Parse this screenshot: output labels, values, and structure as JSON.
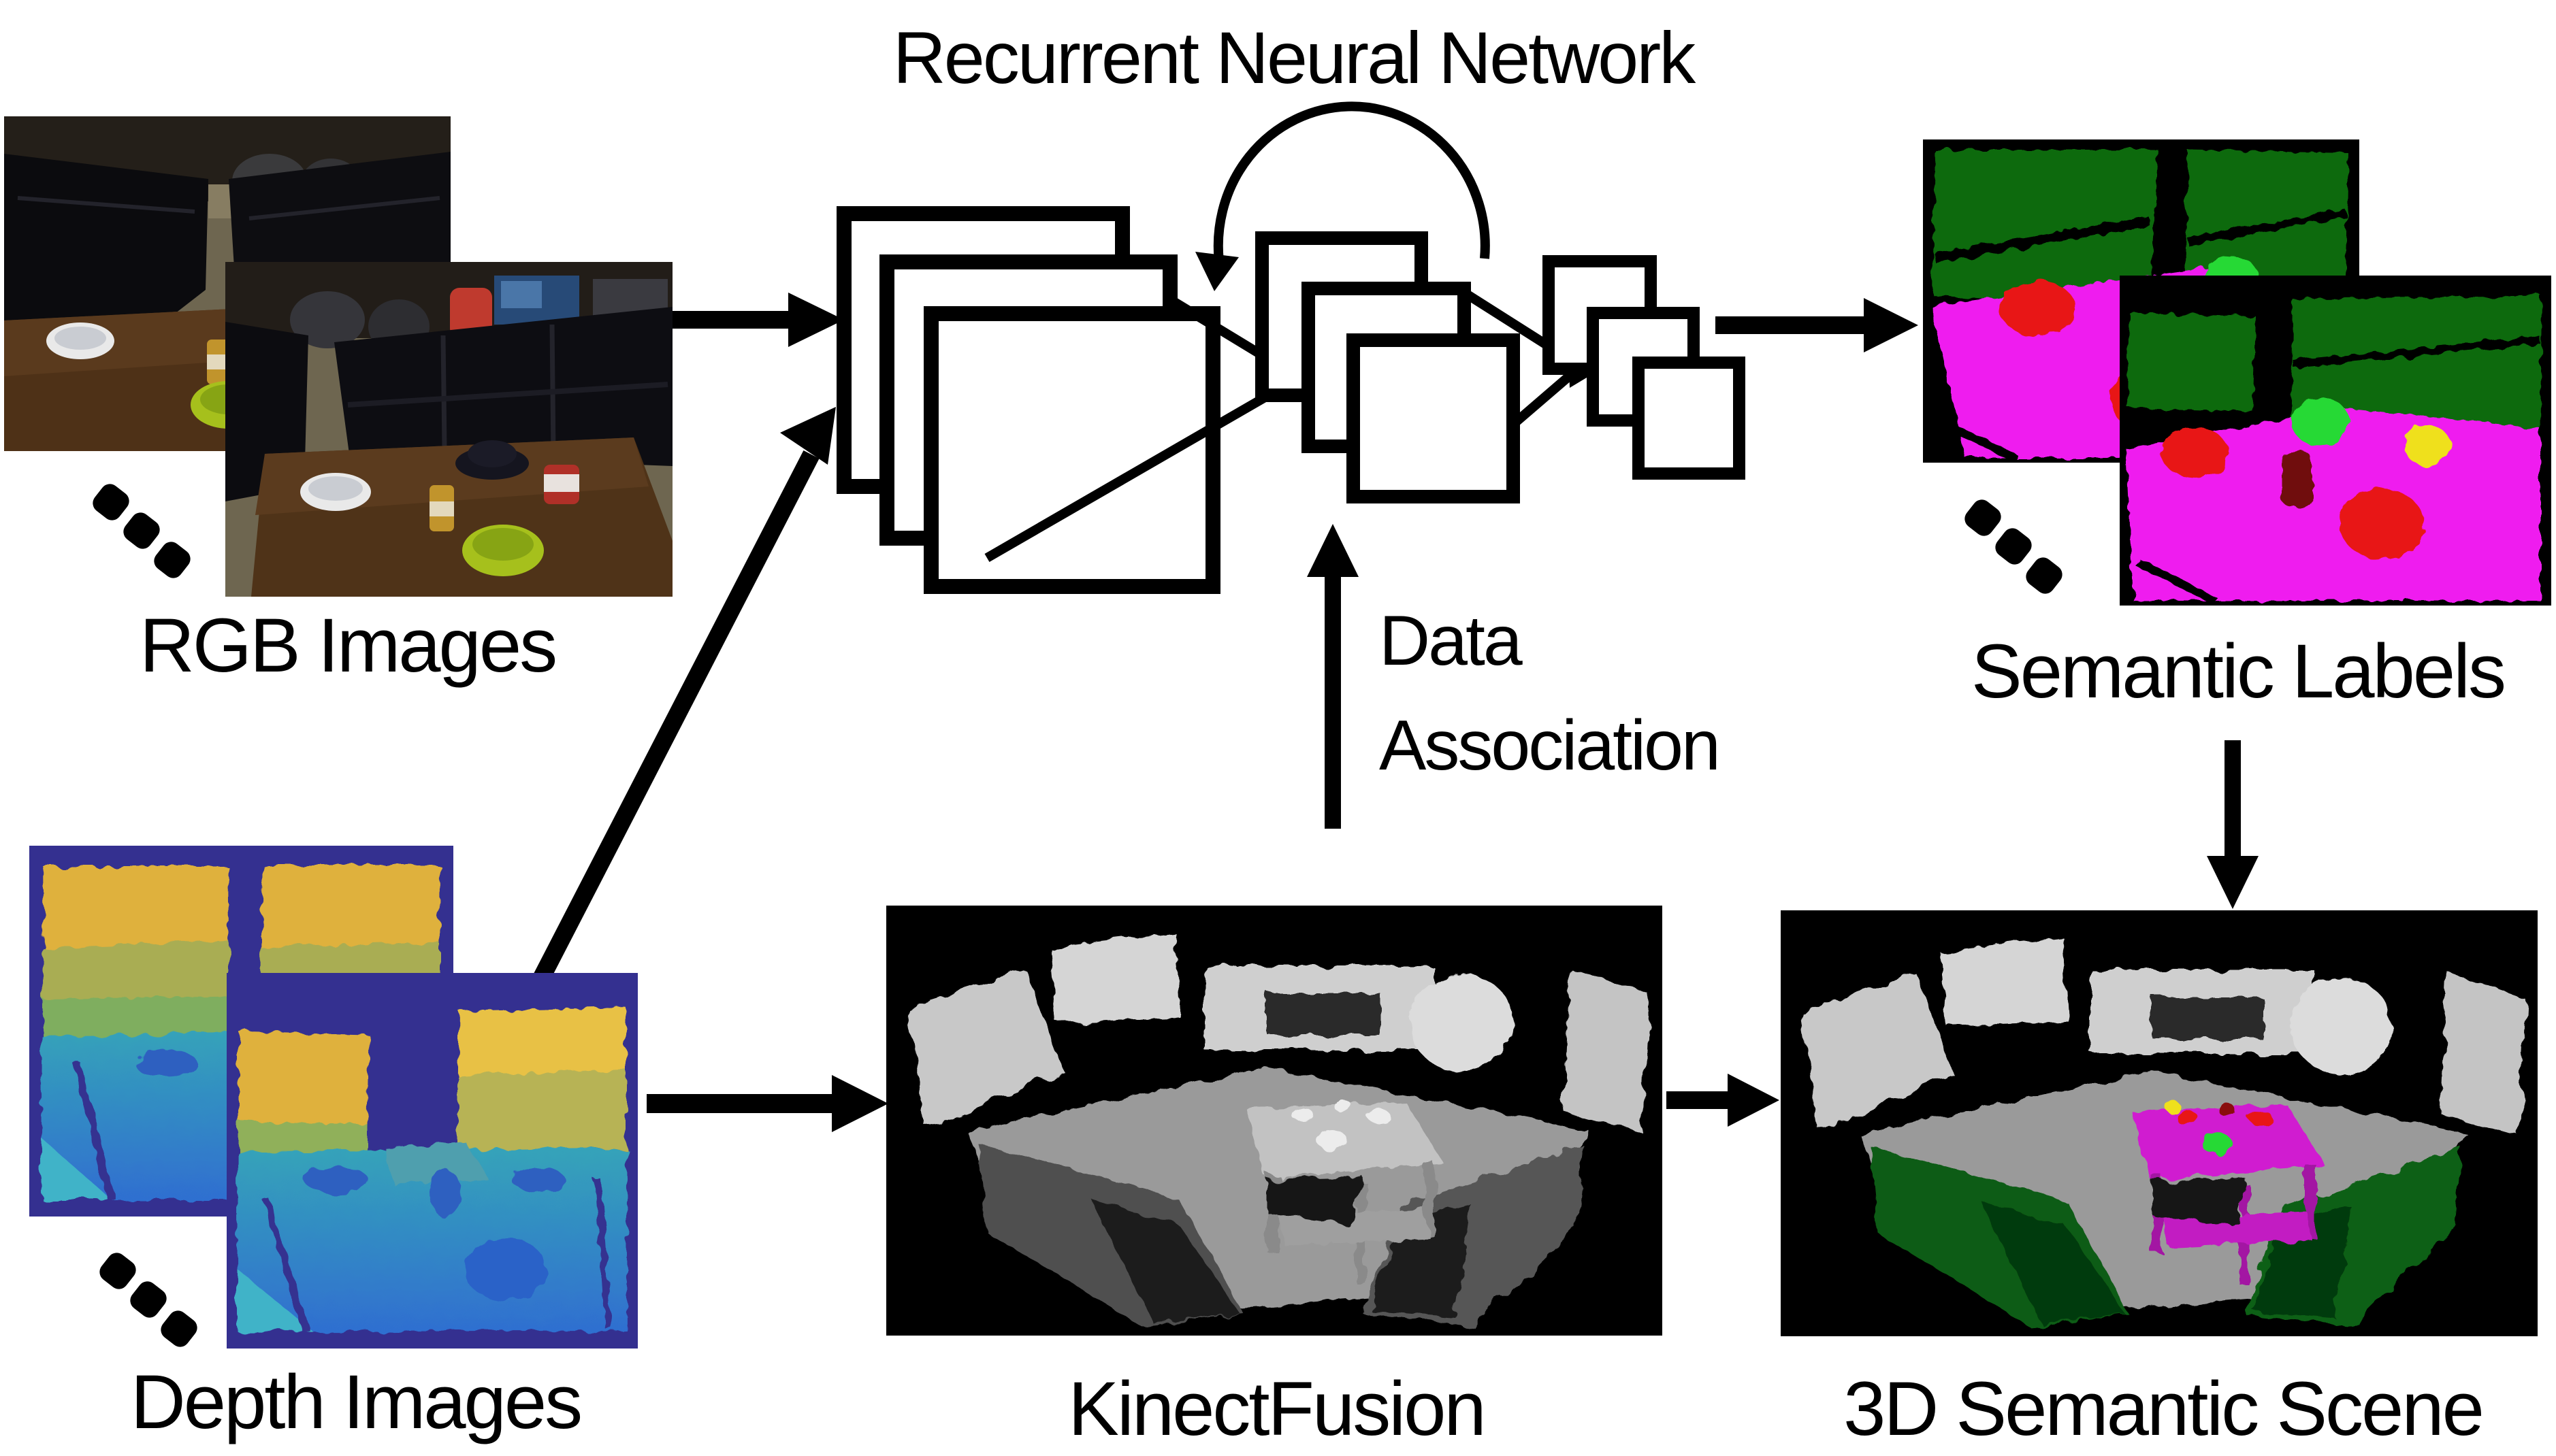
{
  "diagram": {
    "title": "Recurrent Neural Network",
    "labels": {
      "rgb": "RGB Images",
      "depth": "Depth Images",
      "semantic": "Semantic Labels",
      "kinectfusion": "KinectFusion",
      "scene3d": "3D Semantic Scene",
      "data_association_line1": "Data",
      "data_association_line2": "Association"
    },
    "icons": {
      "ellipsis": "ellipsis-dots",
      "arrows": [
        "right-arrow",
        "diagonal-up-arrow",
        "up-arrow",
        "down-arrow"
      ]
    },
    "colors": {
      "line": "#000000",
      "background": "#ffffff",
      "semantic_couch_green": "#0b6b0b",
      "semantic_table_magenta": "#ef1fef",
      "semantic_object_red": "#e81212",
      "semantic_can_maroon": "#6f0f0f",
      "semantic_bowl_bright_green": "#25d935",
      "semantic_mug_yellow": "#efe01a",
      "depth_border_navy": "#343090",
      "depth_far_yellow": "#dfb13e",
      "depth_mid_green": "#7fae5e",
      "depth_near_blue": "#2f6fd0",
      "kinectfusion_gray": "#9a9a9a",
      "scene3d_couch_green": "#0a5c12",
      "scene3d_table_magenta": "#d01fd0"
    }
  }
}
